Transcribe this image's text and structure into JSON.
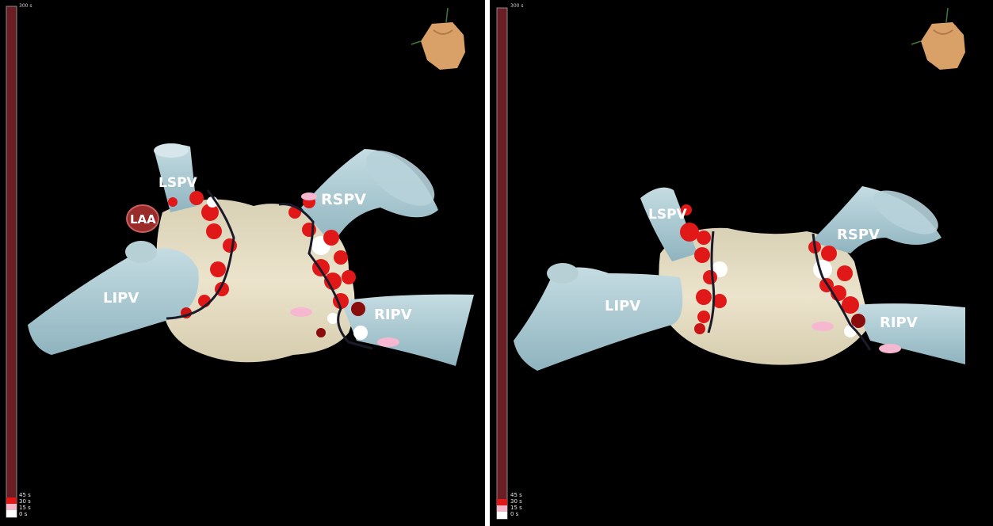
{
  "panels": [
    {
      "scale": {
        "top": "300 s",
        "ticks": [
          "45 s",
          "30 s",
          "15 s",
          "0 s"
        ]
      },
      "labels": {
        "lspv": "LSPV",
        "rspv": "RSPV",
        "lipv": "LIPV",
        "ripv": "RIPV",
        "laa": "LAA"
      }
    },
    {
      "scale": {
        "top": "300 s",
        "ticks": [
          "45 s",
          "30 s",
          "15 s",
          "0 s"
        ]
      },
      "labels": {
        "lspv": "LSPV",
        "rspv": "RSPV",
        "lipv": "LIPV",
        "ripv": "RIPV"
      }
    }
  ],
  "colors": {
    "background": "#000000",
    "scale_bar": "#6b1d24",
    "atrium": "#e2dac0",
    "vein": "#a8c9d2",
    "lesion": "#e01818",
    "lesion_dark": "#8a0c0c",
    "ablation_line": "#1a1a2a",
    "laa": "#9a2b2b"
  },
  "icons": [
    "torso-orientation-icon"
  ]
}
